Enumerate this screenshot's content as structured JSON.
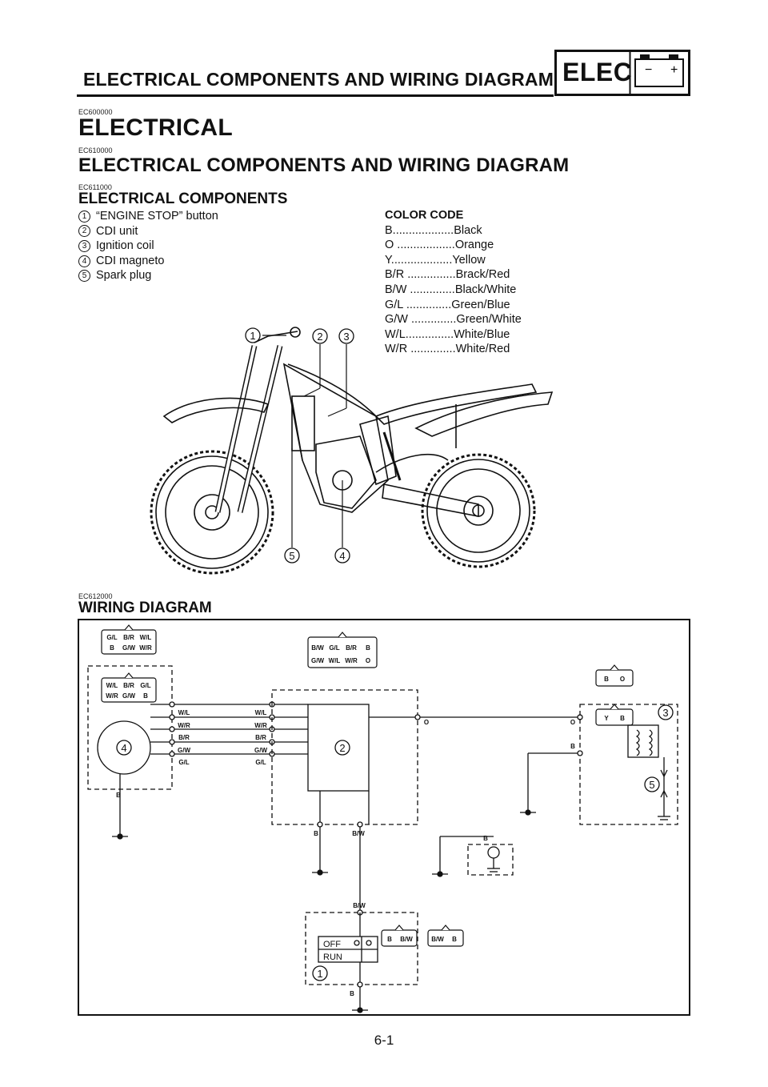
{
  "header": {
    "title": "ELECTRICAL COMPONENTS AND WIRING DIAGRAM",
    "badge": "ELEC",
    "battery_minus": "−",
    "battery_plus": "+"
  },
  "sections": {
    "code1": "EC600000",
    "heading1": "ELECTRICAL",
    "code2": "EC610000",
    "heading2": "ELECTRICAL COMPONENTS AND WIRING DIAGRAM",
    "code3": "EC611000",
    "heading3": "ELECTRICAL COMPONENTS",
    "code4": "EC612000",
    "heading4": "WIRING DIAGRAM"
  },
  "components": [
    {
      "num": "1",
      "label": "“ENGINE STOP” button"
    },
    {
      "num": "2",
      "label": "CDI unit"
    },
    {
      "num": "3",
      "label": "Ignition coil"
    },
    {
      "num": "4",
      "label": "CDI magneto"
    },
    {
      "num": "5",
      "label": "Spark plug"
    }
  ],
  "color_code": {
    "title": "COLOR CODE",
    "entries": [
      "B...................Black",
      "O ..................Orange",
      "Y...................Yellow",
      "B/R ...............Brack/Red",
      "B/W ..............Black/White",
      "G/L  ..............Green/Blue",
      "G/W ..............Green/White",
      "W/L...............White/Blue",
      "W/R ..............White/Red"
    ]
  },
  "illustration_callouts": [
    "1",
    "2",
    "3",
    "5",
    "4"
  ],
  "wiring": {
    "conn_magneto_top": [
      [
        "G/L",
        "B/R",
        "W/L"
      ],
      [
        "B",
        "G/W",
        "W/R"
      ]
    ],
    "conn_magneto": [
      [
        "W/L",
        "B/R",
        "G/L"
      ],
      [
        "W/R",
        "G/W",
        "B"
      ]
    ],
    "conn_cdi": [
      [
        "B/W",
        "G/L",
        "B/R",
        "B"
      ],
      [
        "G/W",
        "W/L",
        "W/R",
        "O"
      ]
    ],
    "conn_coil_top": [
      "B",
      "O"
    ],
    "conn_coil": [
      "Y",
      "B"
    ],
    "wire_left": [
      "W/L",
      "W/R",
      "B/R",
      "G/W",
      "G/L"
    ],
    "wire_right": [
      "W/L",
      "W/R",
      "B/R",
      "G/W",
      "G/L"
    ],
    "lbl_o1": "O",
    "lbl_o2": "O",
    "lbl_b_coil": "B",
    "lbl_b_mag": "B",
    "lbl_b_cdi": "B",
    "lbl_bw_cdi": "B/W",
    "lbl_b_plug": "B",
    "lbl_bw_switch": "B/W",
    "lbl_b_switch": "B",
    "switch_off": "OFF",
    "switch_run": "RUN",
    "conn_switch1": [
      "B",
      "B/W"
    ],
    "conn_switch2": [
      "B/W",
      "B"
    ],
    "num_cdi": "2",
    "num_mag": "4",
    "num_coil": "3",
    "num_plug": "5",
    "num_switch": "1"
  },
  "footer": {
    "page": "6-1"
  }
}
